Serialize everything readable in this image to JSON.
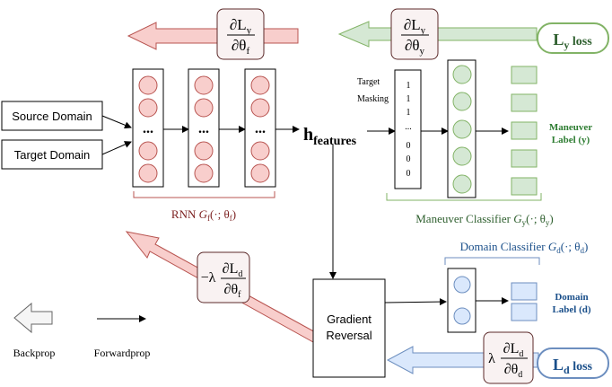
{
  "inputs": {
    "source": "Source Domain",
    "target": "Target Domain"
  },
  "rnn": {
    "dots": "...",
    "caption_prefix": "RNN ",
    "caption_fn": "G",
    "caption_fn_sub": "f",
    "caption_args": "(·; θ",
    "caption_args_sub": "f",
    "caption_close": ")"
  },
  "features": {
    "h": "h",
    "sub": "features"
  },
  "mask": {
    "title_line1": "Target",
    "title_line2": "Masking",
    "bits": [
      "1",
      "1",
      "1",
      "...",
      "0",
      "0",
      "0"
    ]
  },
  "maneuver": {
    "label_line1": "Maneuver",
    "label_line2": "Label (y)",
    "caption_prefix": "Maneuver Classifier ",
    "caption_fn": "G",
    "caption_fn_sub": "y",
    "caption_args": "(·; θ",
    "caption_args_sub": "y",
    "caption_close": ")"
  },
  "domain": {
    "caption_prefix": "Domain Classifier ",
    "caption_fn": "G",
    "caption_fn_sub": "d",
    "caption_args": "(·; θ",
    "caption_args_sub": "d",
    "caption_close": ")",
    "label_line1": "Domain",
    "label_line2": "Label (d)"
  },
  "gradient_reversal": {
    "line1": "Gradient",
    "line2": "Reversal"
  },
  "losses": {
    "ly": {
      "L": "L",
      "sub": "y",
      "word": " loss"
    },
    "ld": {
      "L": "L",
      "sub": "d",
      "word": " loss"
    }
  },
  "gradients": {
    "dLy_dthetaf": {
      "num": "∂L",
      "num_sub": "y",
      "den": "∂θ",
      "den_sub": "f"
    },
    "dLy_dthetay": {
      "num": "∂L",
      "num_sub": "y",
      "den": "∂θ",
      "den_sub": "y"
    },
    "neg_lambda_dLd_dthetaf": {
      "prefix": "−λ",
      "num": "∂L",
      "num_sub": "d",
      "den": "∂θ",
      "den_sub": "f"
    },
    "lambda_dLd_dthetad": {
      "prefix": "λ",
      "num": "∂L",
      "num_sub": "d",
      "den": "∂θ",
      "den_sub": "d"
    }
  },
  "legend": {
    "backprop": "Backprop",
    "forwardprop": "Forwardprop"
  },
  "colors": {
    "red_fill": "#f8cecc",
    "red_stroke": "#b85450",
    "green_fill": "#d5e8d4",
    "green_stroke": "#82b366",
    "blue_fill": "#dae8fc",
    "blue_stroke": "#6c8ebf",
    "card_fill": "#f9f2f2",
    "card_stroke": "#5c2a2a",
    "grey_fill": "#f5f5f5",
    "grey_stroke": "#666666"
  }
}
